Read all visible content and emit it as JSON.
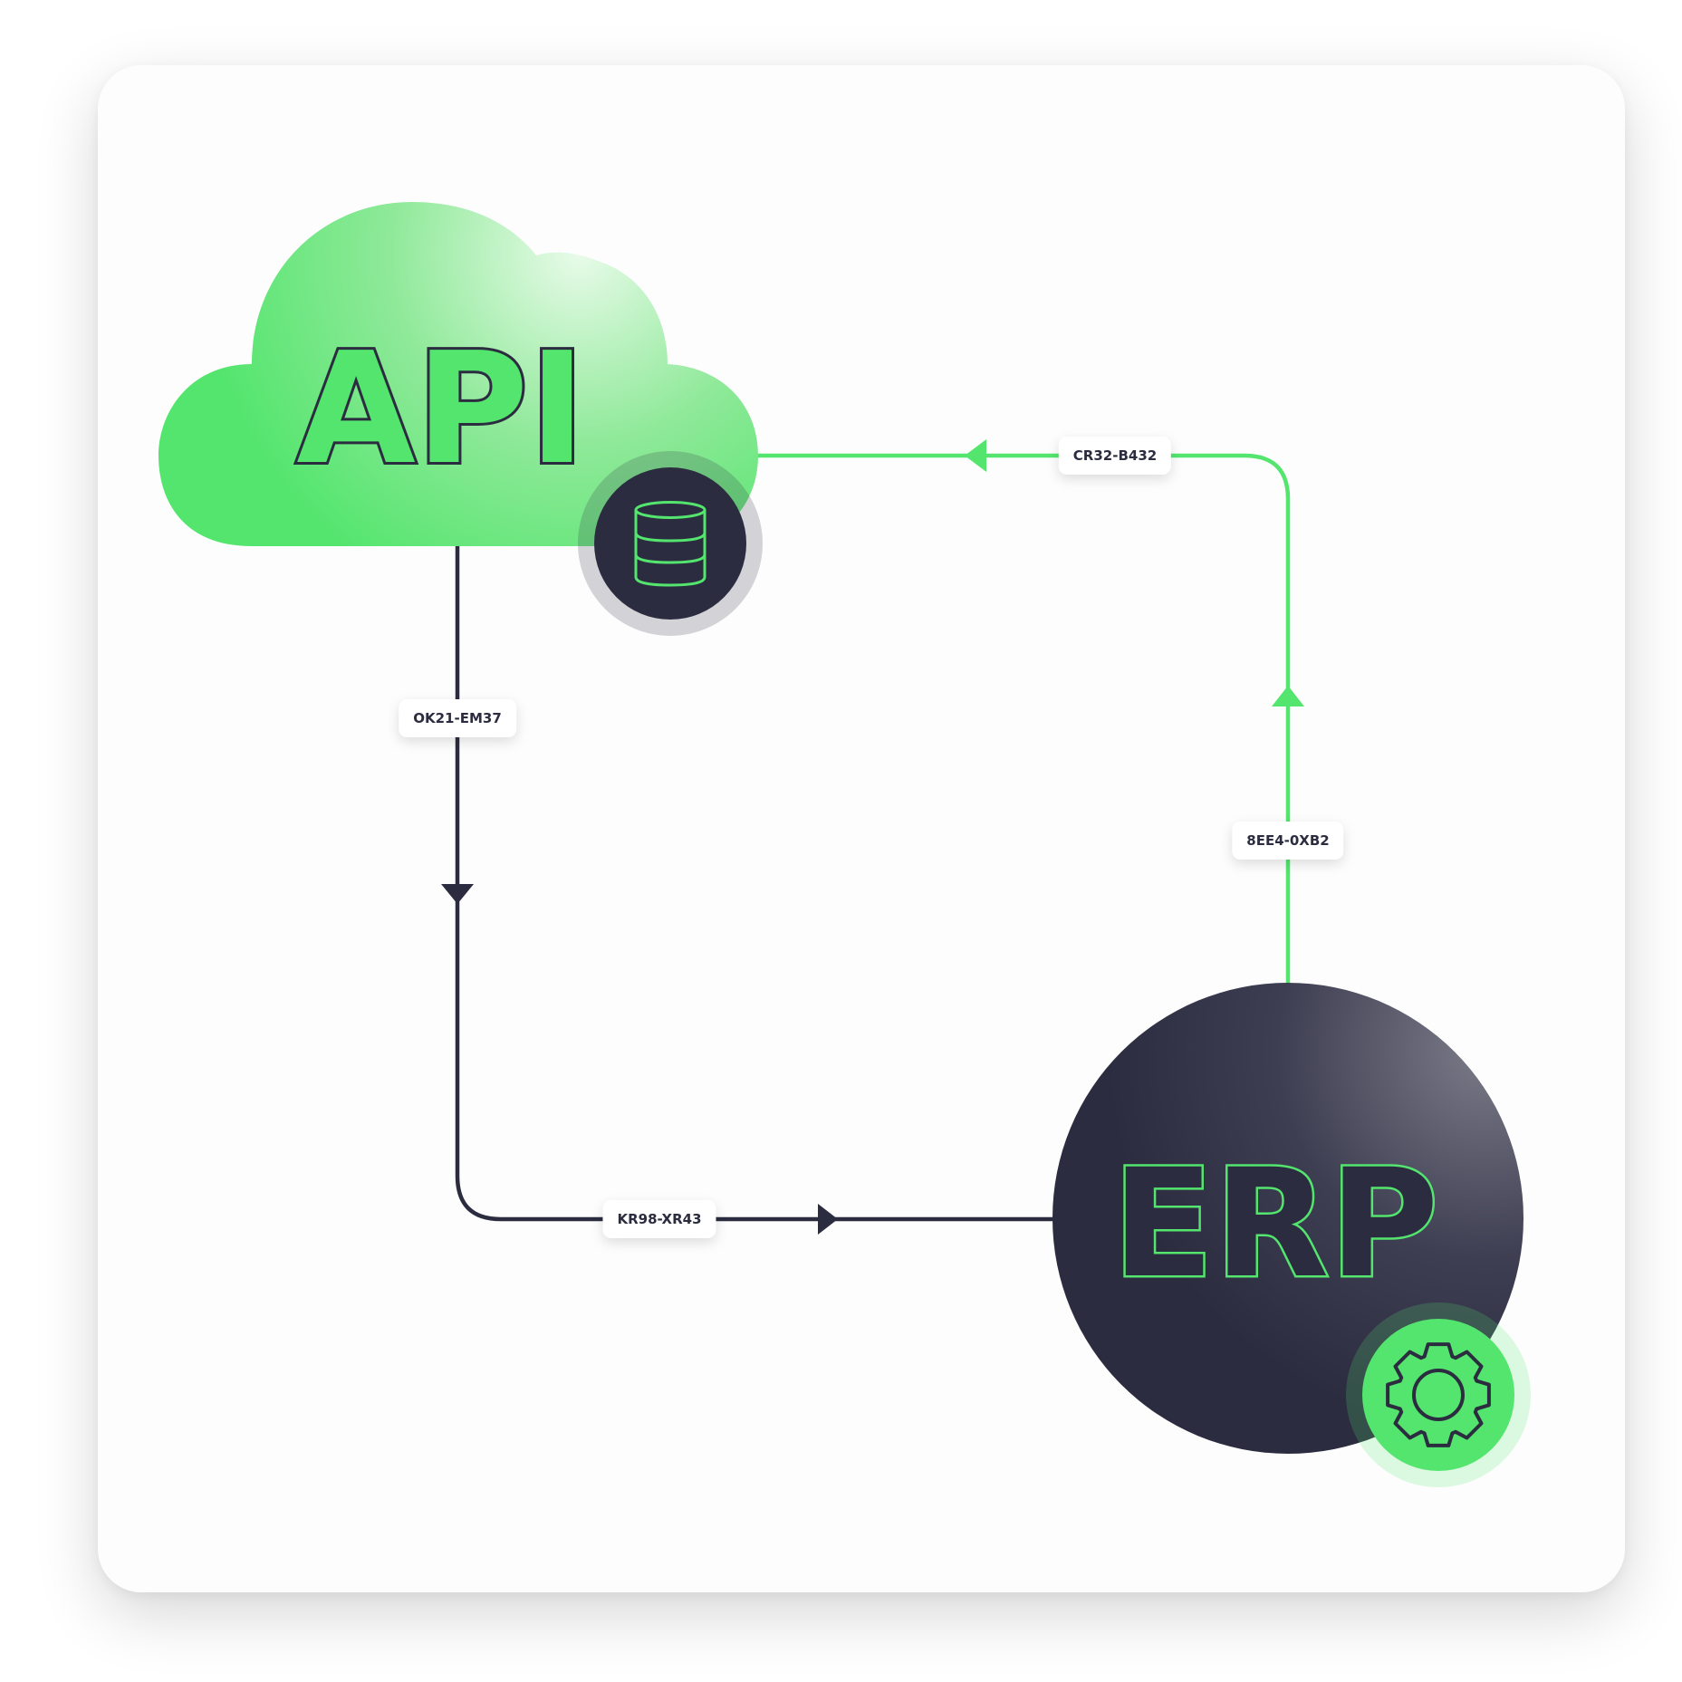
{
  "nodes": {
    "api": {
      "label": "API",
      "badge_icon": "database-icon"
    },
    "erp": {
      "label": "ERP",
      "badge_icon": "gear-icon"
    }
  },
  "edges": [
    {
      "id": "api-to-corner",
      "label": "OK21-EM37",
      "color": "dark"
    },
    {
      "id": "corner-to-erp",
      "label": "KR98-XR43",
      "color": "dark"
    },
    {
      "id": "erp-to-corner",
      "label": "8EE4-0XB2",
      "color": "green"
    },
    {
      "id": "corner-to-api",
      "label": "CR32-B432",
      "color": "green"
    }
  ],
  "colors": {
    "green": "#53e56d",
    "dark": "#2c2c40",
    "card": "#fdfdfd"
  }
}
